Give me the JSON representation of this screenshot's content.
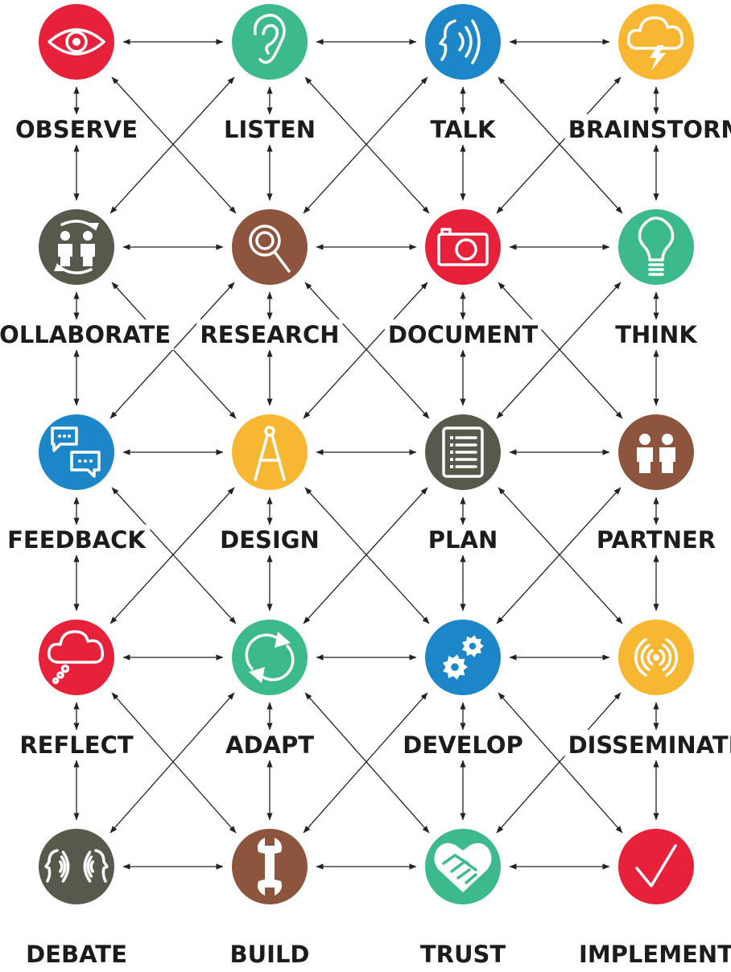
{
  "colors": {
    "red": "#e8213a",
    "green": "#3dba8c",
    "blue": "#1c86c8",
    "yellow": "#f7b733",
    "dark": "#565a4c",
    "brown": "#8d553d",
    "arrow": "#222222",
    "label": "#1c1c1c"
  },
  "nodes": [
    {
      "id": "observe",
      "label": "OBSERVE",
      "icon": "eye-icon",
      "color": "red"
    },
    {
      "id": "listen",
      "label": "LISTEN",
      "icon": "ear-icon",
      "color": "green"
    },
    {
      "id": "talk",
      "label": "TALK",
      "icon": "talking-head-icon",
      "color": "blue"
    },
    {
      "id": "brainstorm",
      "label": "BRAINSTORM",
      "icon": "storm-cloud-icon",
      "color": "yellow"
    },
    {
      "id": "collaborate",
      "label": "COLLABORATE",
      "icon": "two-people-cycle-icon",
      "color": "dark"
    },
    {
      "id": "research",
      "label": "RESEARCH",
      "icon": "magnifier-icon",
      "color": "brown"
    },
    {
      "id": "document",
      "label": "DOCUMENT",
      "icon": "camera-icon",
      "color": "red"
    },
    {
      "id": "think",
      "label": "THINK",
      "icon": "light-bulb-icon",
      "color": "green"
    },
    {
      "id": "feedback",
      "label": "FEEDBACK",
      "icon": "speech-bubbles-icon",
      "color": "blue"
    },
    {
      "id": "design",
      "label": "DESIGN",
      "icon": "compass-icon",
      "color": "yellow"
    },
    {
      "id": "plan",
      "label": "PLAN",
      "icon": "document-list-icon",
      "color": "dark"
    },
    {
      "id": "partner",
      "label": "PARTNER",
      "icon": "two-people-icon",
      "color": "brown"
    },
    {
      "id": "reflect",
      "label": "REFLECT",
      "icon": "thought-cloud-icon",
      "color": "red"
    },
    {
      "id": "adapt",
      "label": "ADAPT",
      "icon": "cycle-arrows-icon",
      "color": "green"
    },
    {
      "id": "develop",
      "label": "DEVELOP",
      "icon": "gears-icon",
      "color": "blue"
    },
    {
      "id": "disseminate",
      "label": "DISSEMINATE",
      "icon": "broadcast-icon",
      "color": "yellow"
    },
    {
      "id": "debate",
      "label": "DEBATE",
      "icon": "two-heads-talking-icon",
      "color": "dark"
    },
    {
      "id": "build",
      "label": "BUILD",
      "icon": "wrench-icon",
      "color": "brown"
    },
    {
      "id": "trust",
      "label": "TRUST",
      "icon": "handshake-heart-icon",
      "color": "green"
    },
    {
      "id": "implement",
      "label": "IMPLEMENT",
      "icon": "check-icon",
      "color": "red"
    }
  ]
}
